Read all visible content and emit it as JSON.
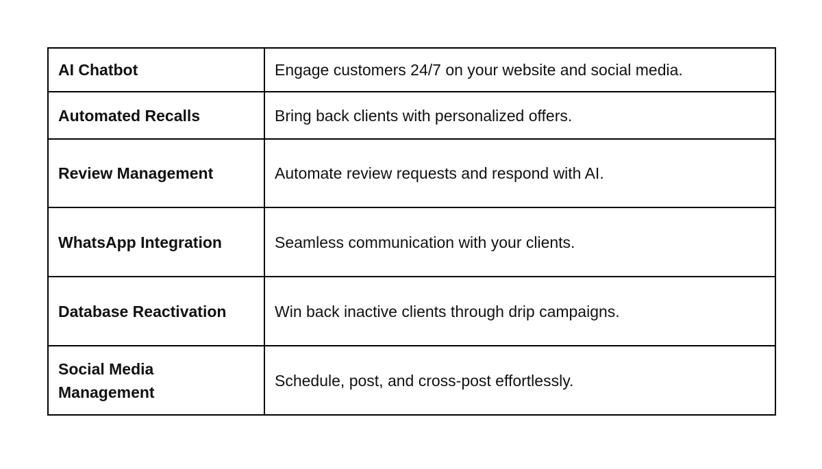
{
  "features": [
    {
      "name": "AI Chatbot",
      "description": "Engage customers 24/7 on your website and social media."
    },
    {
      "name": "Automated Recalls",
      "description": "Bring back clients with personalized offers."
    },
    {
      "name": "Review Management",
      "description": "Automate review requests and respond with AI."
    },
    {
      "name": "WhatsApp Integration",
      "description": "Seamless communication with your clients."
    },
    {
      "name": "Database Reactivation",
      "description": "Win back inactive clients through drip campaigns."
    },
    {
      "name": "Social Media Management",
      "description": "Schedule, post, and cross-post effortlessly."
    }
  ],
  "colors": {
    "border": "#000000",
    "text": "#111111",
    "background": "#ffffff"
  }
}
